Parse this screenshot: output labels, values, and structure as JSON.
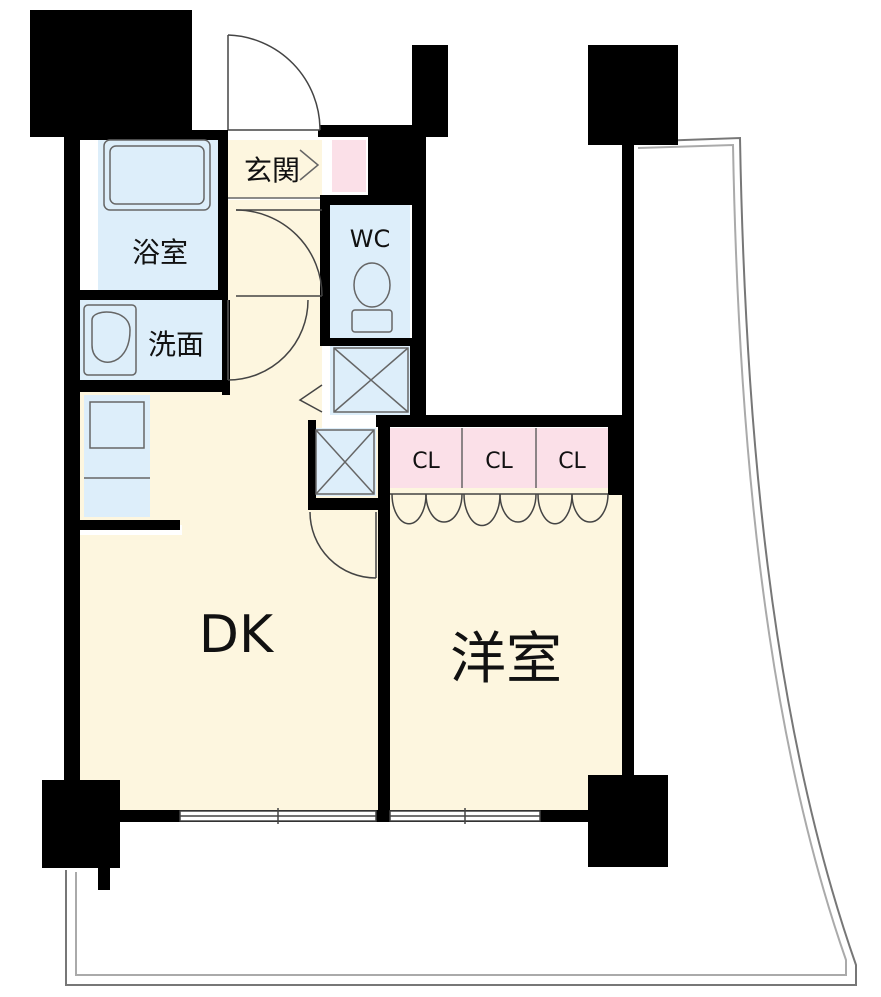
{
  "rooms": {
    "dk": "DK",
    "western": "洋室",
    "entrance": "玄関",
    "bath": "浴室",
    "washroom": "洗面",
    "wc": "WC",
    "closet_1": "CL",
    "closet_2": "CL",
    "closet_3": "CL"
  },
  "colors": {
    "wall": "#000000",
    "floor_main": "#fdf6df",
    "wet_area": "#ddeefa",
    "closet": "#fbe0e8",
    "balcony": "#ffffff",
    "fixture_line": "#666666"
  }
}
